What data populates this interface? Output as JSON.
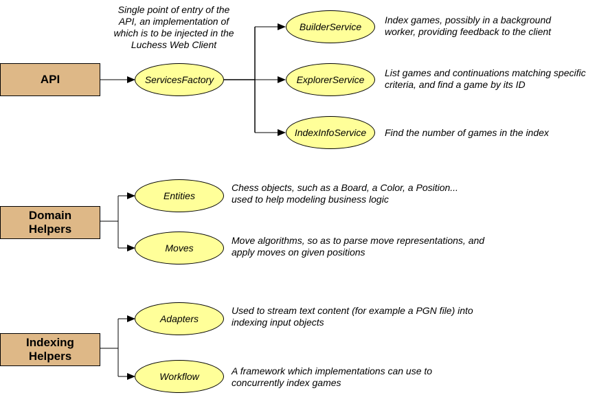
{
  "groups": [
    {
      "label": "API",
      "root": {
        "name": "ServicesFactory",
        "description": "Single point of entry of the API, an implementation of which is to be injected in the Luchess Web Client"
      },
      "children": [
        {
          "name": "BuilderService",
          "description": "Index games, possibly in a background worker, providing feedback to the client"
        },
        {
          "name": "ExplorerService",
          "description": "List games and continuations matching specific criteria, and find a game by its ID"
        },
        {
          "name": "IndexInfoService",
          "description": "Find the number of games in the index"
        }
      ]
    },
    {
      "label": "Domain Helpers",
      "children": [
        {
          "name": "Entities",
          "description": "Chess objects, such as a Board, a Color, a Position... used to help modeling business logic"
        },
        {
          "name": "Moves",
          "description": "Move algorithms, so as to parse move representations, and apply moves on given positions"
        }
      ]
    },
    {
      "label": "Indexing Helpers",
      "children": [
        {
          "name": "Adapters",
          "description": "Used to stream text content (for example a PGN file) into indexing input objects"
        },
        {
          "name": "Workflow",
          "description": "A framework which implementations can use to concurrently index games"
        }
      ]
    }
  ],
  "colors": {
    "box_fill": "#deb887",
    "ellipse_fill": "#ffff99",
    "line": "#000000"
  }
}
